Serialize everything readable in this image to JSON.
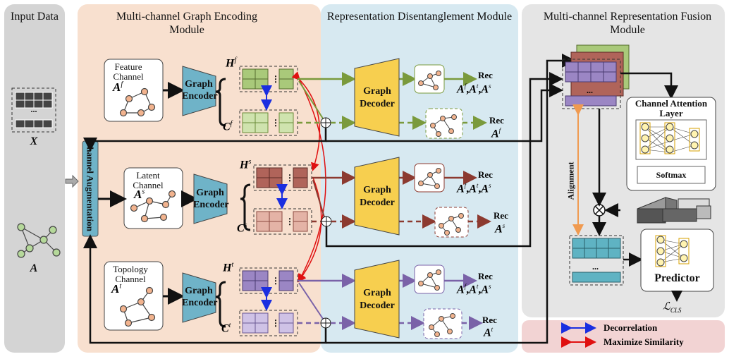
{
  "panels": {
    "input": "Input Data",
    "encoding": "Multi-channel Graph Encoding Module",
    "disentangle": "Representation Disentanglement Module",
    "fusion": "Multi-channel Representation Fusion Module"
  },
  "input": {
    "x_label": "X",
    "a_label": "A",
    "dots": "..."
  },
  "augmentation": "Channel Augmentation",
  "channels": [
    {
      "name": "Feature Channel",
      "adj": "A",
      "sup": "f",
      "h": "H",
      "c": "C"
    },
    {
      "name": "Latent Channel",
      "adj": "A",
      "sup": "s",
      "h": "H",
      "c": "C"
    },
    {
      "name": "Topology Channel",
      "adj": "A",
      "sup": "t",
      "h": "H",
      "c": "C"
    }
  ],
  "encoder_label": "Graph Encoder",
  "decoder_label": "Graph Decoder",
  "rec": {
    "rec": "Rec",
    "full": "A",
    "full_sups": [
      "f",
      "t",
      "s"
    ]
  },
  "fusion": {
    "attention_title": "Channel Attention Layer",
    "softmax": "Softmax",
    "alignment": "Alignment",
    "predictor": "Predictor",
    "loss": "ℒ",
    "loss_sub": "CLS",
    "dots": "..."
  },
  "legend": {
    "decorrelation": "Decorrelation",
    "maximize": "Maximize Similarity"
  },
  "colors": {
    "green": "#a9c97a",
    "brown": "#b0645a",
    "purple": "#9b86c4",
    "encoder": "#6fb3c8",
    "decoder": "#f7cf4f",
    "node": "#f2b38e"
  }
}
